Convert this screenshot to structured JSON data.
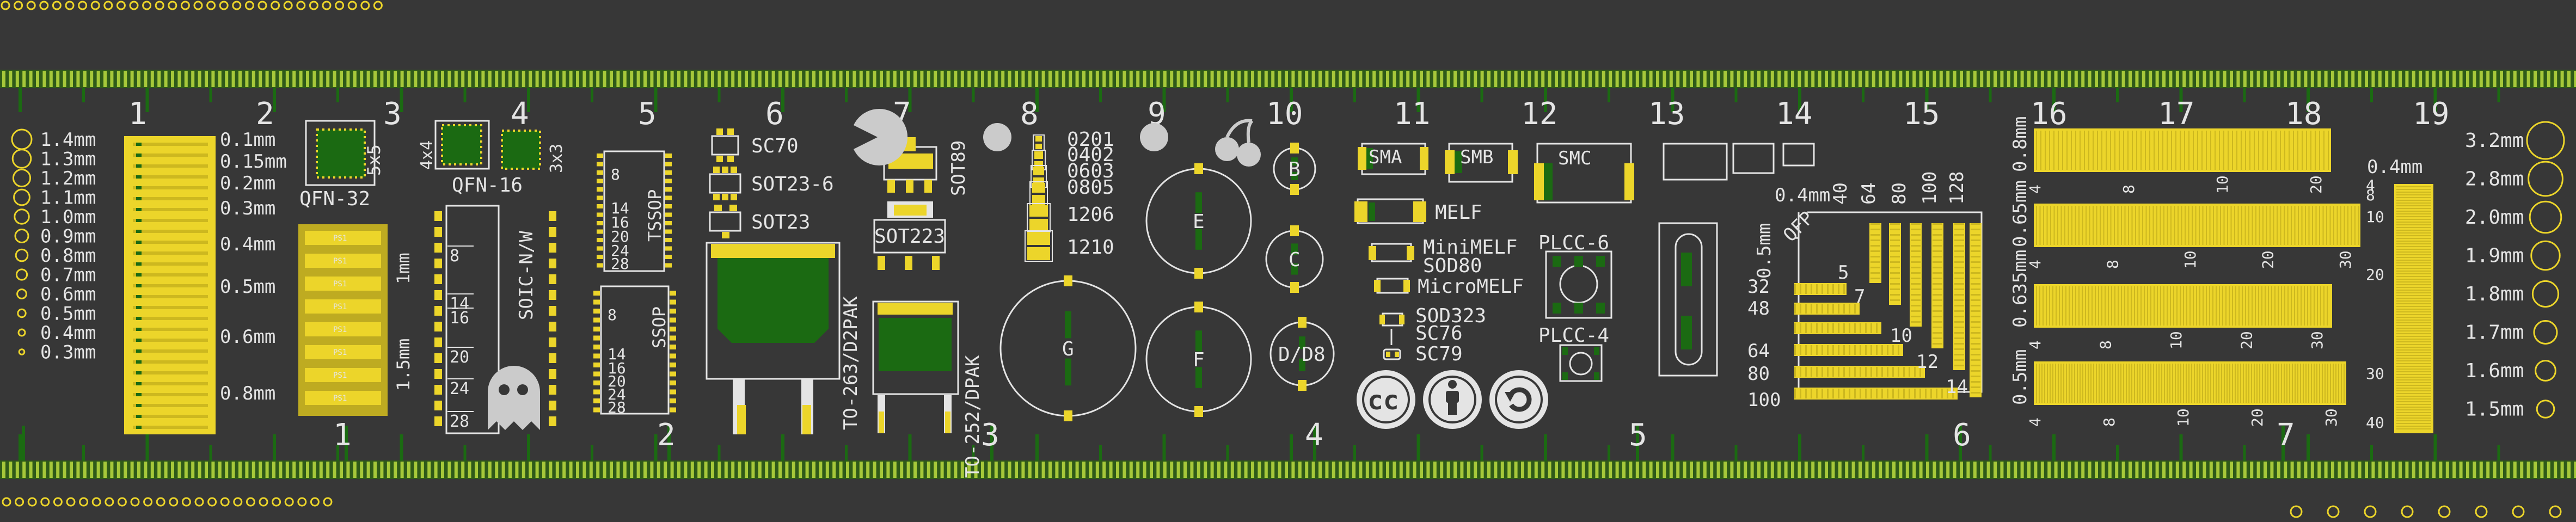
{
  "colors": {
    "background": "#373737",
    "pcb": "#3a3a3a",
    "copper_edge": "#a6c83a",
    "edge_dark": "#2f5a19",
    "silk": "#e4e4e4",
    "pad": "#ecd52a",
    "pad_dark": "#cdb81f",
    "green": "#1b6a12",
    "mask_green": "#19670f"
  },
  "ruler": {
    "top_numbers": [
      "1",
      "2",
      "3",
      "4",
      "5",
      "6",
      "7",
      "8",
      "9",
      "10",
      "11",
      "12",
      "13",
      "14",
      "15",
      "16",
      "17",
      "18",
      "19"
    ],
    "bottom_numbers": [
      "1",
      "2",
      "3",
      "4",
      "5",
      "6",
      "7"
    ]
  },
  "holes": {
    "sizes": [
      "1.4mm",
      "1.3mm",
      "1.2mm",
      "1.1mm",
      "1.0mm",
      "0.9mm",
      "0.8mm",
      "0.7mm",
      "0.6mm",
      "0.5mm",
      "0.4mm",
      "0.3mm"
    ],
    "sizes_right": [
      "3.2mm",
      "2.8mm",
      "2.0mm",
      "1.9mm",
      "1.8mm",
      "1.7mm",
      "1.6mm",
      "1.5mm"
    ]
  },
  "pitch_labels": [
    "0.1mm",
    "0.15mm",
    "0.2mm",
    "0.3mm",
    "0.4mm",
    "0.5mm",
    "0.6mm",
    "0.8mm"
  ],
  "packages": {
    "qfn32": "QFN-32",
    "qfn32_size": "5x5",
    "qfn16": "QFN-16",
    "qfn16_size_a": "4x4",
    "qfn16_size_b": "3x3",
    "pitch_1mm": "1mm",
    "pitch_15mm": "1.5mm",
    "soic": "SOIC-N/W",
    "soic_pins": [
      "8",
      "14",
      "16",
      "20",
      "24",
      "28"
    ],
    "tssop": "TSSOP",
    "tssop_pins": [
      "8",
      "14",
      "16",
      "20",
      "24",
      "28"
    ],
    "ssop": "SSOP",
    "ssop_pins": [
      "8",
      "14",
      "16",
      "20",
      "24",
      "28"
    ],
    "sc70": "SC70",
    "sot23_6": "SOT23-6",
    "sot23": "SOT23",
    "sot89": "SOT89",
    "sot223": "SOT223",
    "to263": "TO-263/D2PAK",
    "to252": "TO-252/DPAK",
    "chips": [
      "0201",
      "0402",
      "0603",
      "0805",
      "1206",
      "1210"
    ],
    "caps": [
      "B",
      "C",
      "D/D8",
      "E",
      "F",
      "G"
    ],
    "sma": "SMA",
    "smb": "SMB",
    "smc": "SMC",
    "melf": "MELF",
    "minimelf": "MiniMELF",
    "sod80": "SOD80",
    "micromelf": "MicroMELF",
    "sod323": "SOD323",
    "sc76": "SC76",
    "sc79": "SC79",
    "plcc6": "PLCC-6",
    "plcc4": "PLCC-4",
    "qfp": "QFP",
    "qfp_pitch": "0.4mm",
    "qfp_pitches": [
      "0.5mm"
    ],
    "qfp_counts_top": [
      "40",
      "64",
      "80",
      "100",
      "128"
    ],
    "qfp_counts_left": [
      "32",
      "48",
      "64",
      "80",
      "100"
    ],
    "qfp_inner": [
      "5",
      "7",
      "10",
      "12",
      "14"
    ],
    "header_pitches": [
      "0.8mm",
      "0.65mm",
      "0.635mm",
      "0.5mm"
    ],
    "header_pitch_right": "0.4mm",
    "header_ticks_a": [
      "4",
      "8",
      "10",
      "20"
    ],
    "header_ticks_b": [
      "4",
      "8",
      "10",
      "20",
      "30"
    ],
    "header_ticks_right": [
      "4",
      "8",
      "10",
      "20",
      "30",
      "40"
    ],
    "marks_pad": "PS1"
  },
  "icons": [
    "pacman-icon",
    "ghost-icon",
    "cherry-icon",
    "cc-icon",
    "attribution-icon",
    "share-alike-icon"
  ]
}
